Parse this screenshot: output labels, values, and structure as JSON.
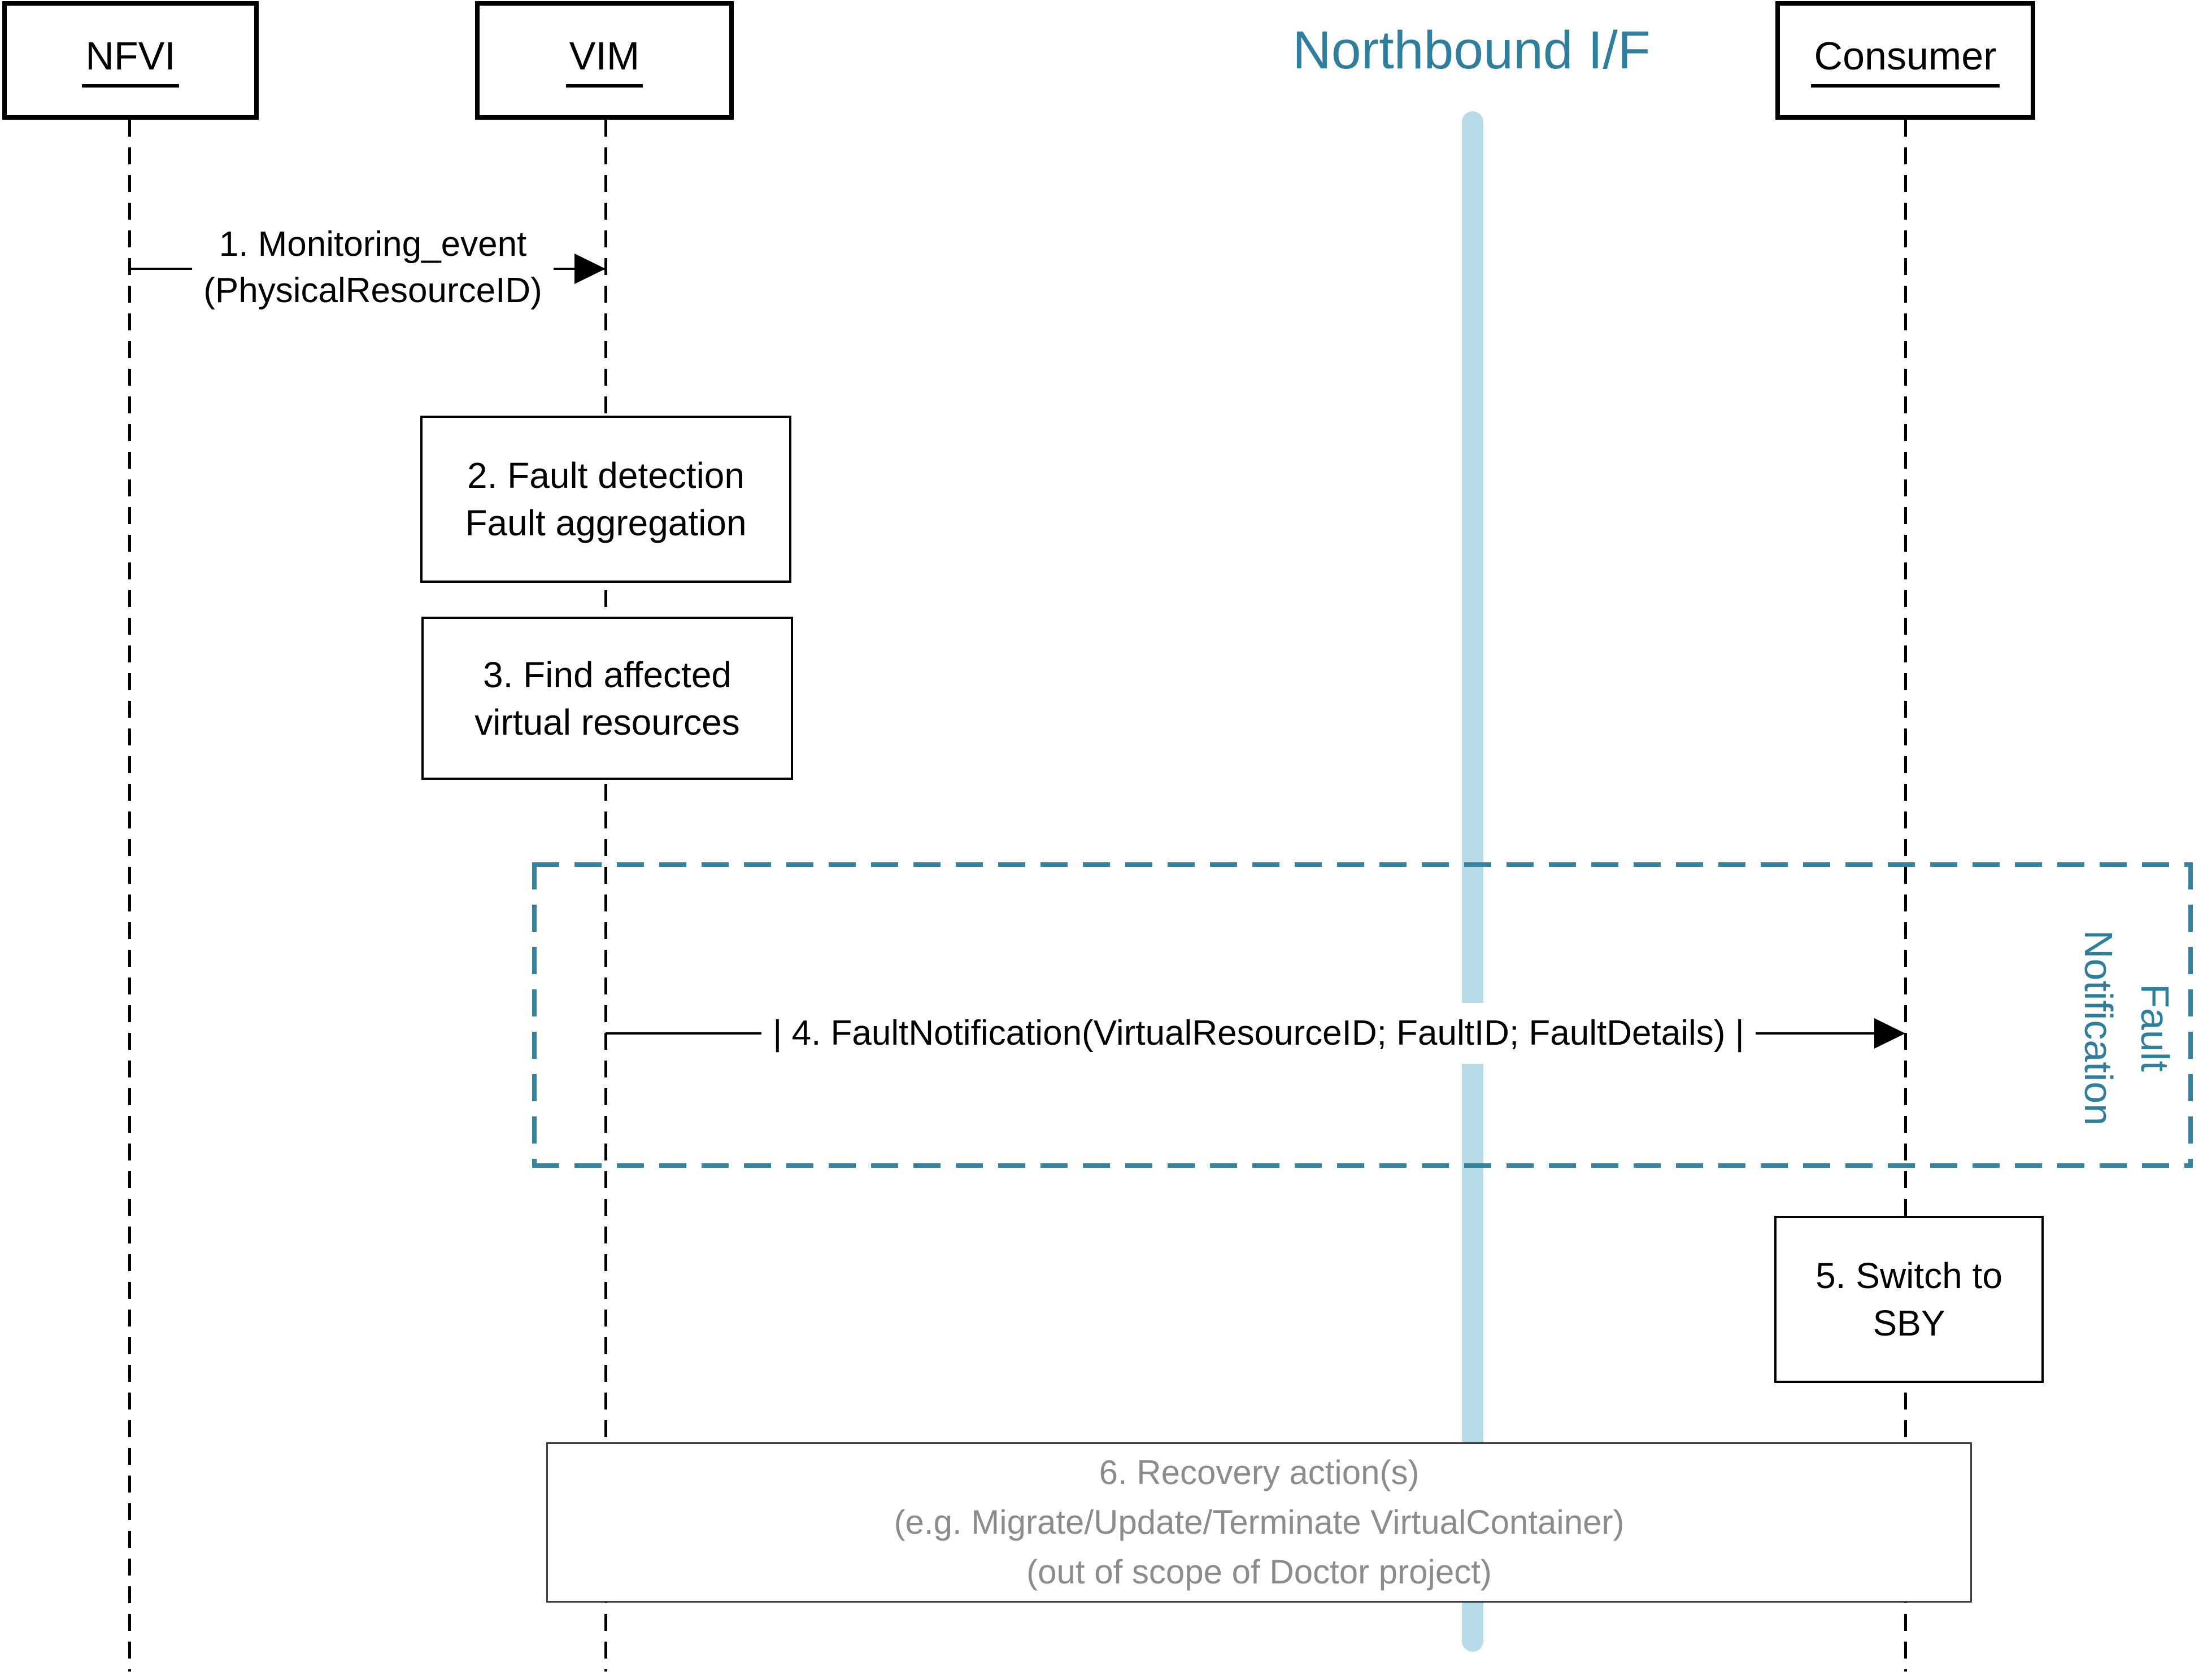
{
  "title": {
    "text": "Northbound I/F"
  },
  "actors": {
    "nfvi": {
      "label": "NFVI"
    },
    "vim": {
      "label": "VIM"
    },
    "consumer": {
      "label": "Consumer"
    }
  },
  "messages": {
    "monitoring_event": {
      "from": "NFVI",
      "to": "VIM",
      "line1": "1. Monitoring_event",
      "line2": "(PhysicalResourceID)"
    },
    "fault_notification": {
      "from": "VIM",
      "to": "Consumer",
      "label": "| 4. FaultNotification(VirtualResourceID; FaultID; FaultDetails) |"
    }
  },
  "steps": {
    "fault_detection": {
      "line1": "2. Fault detection",
      "line2": "Fault aggregation"
    },
    "find_affected": {
      "line1": "3. Find affected",
      "line2": "virtual resources"
    },
    "switch_to_sby": {
      "line1": "5. Switch to",
      "line2": "SBY"
    },
    "recovery_action": {
      "line1": "6. Recovery action(s)",
      "line2": "(e.g. Migrate/Update/Terminate VirtualContainer)",
      "line3": "(out of scope of Doctor project)"
    }
  },
  "group_label": {
    "line1": "Fault",
    "line2": "Notification"
  },
  "colors": {
    "teal_text": "#2F7F9C",
    "teal_dash": "#35839E",
    "light_blue_bar": "#B8DBE8",
    "gray_text": "#8C8C8C",
    "black": "#000000"
  }
}
